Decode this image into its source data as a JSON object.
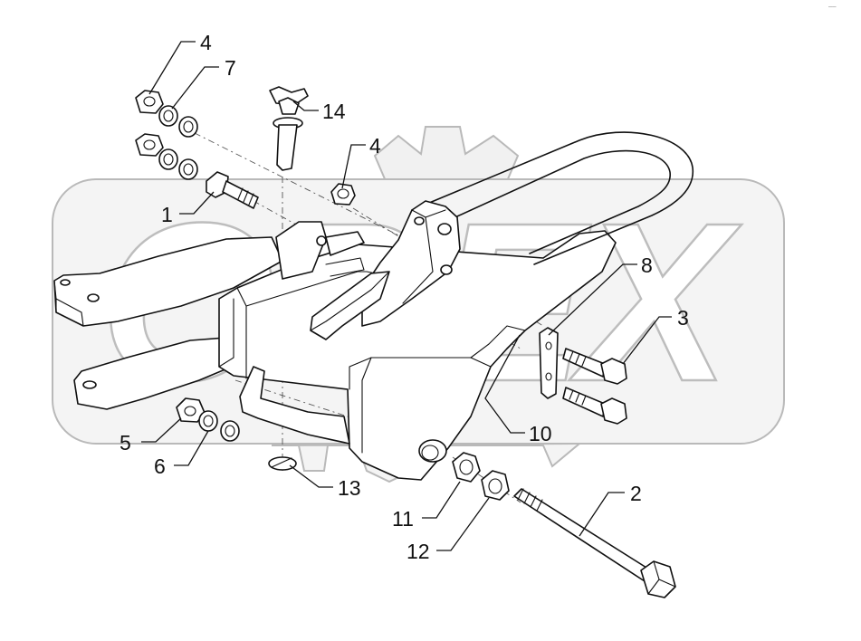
{
  "corner_mark": "──",
  "watermark": {
    "letters": [
      "O",
      "P",
      "E",
      "X"
    ]
  },
  "callouts": [
    {
      "id": "c4a",
      "label": "4"
    },
    {
      "id": "c7",
      "label": "7"
    },
    {
      "id": "c14",
      "label": "14"
    },
    {
      "id": "c4b",
      "label": "4"
    },
    {
      "id": "c1",
      "label": "1"
    },
    {
      "id": "c8",
      "label": "8"
    },
    {
      "id": "c3",
      "label": "3"
    },
    {
      "id": "c10",
      "label": "10"
    },
    {
      "id": "c5",
      "label": "5"
    },
    {
      "id": "c6",
      "label": "6"
    },
    {
      "id": "c13",
      "label": "13"
    },
    {
      "id": "c11",
      "label": "11"
    },
    {
      "id": "c12",
      "label": "12"
    },
    {
      "id": "c2",
      "label": "2"
    }
  ]
}
